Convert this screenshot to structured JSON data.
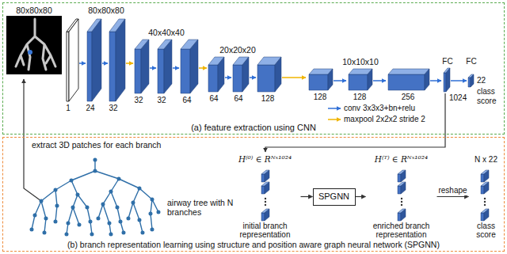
{
  "diagram": {
    "nodes": [
      {
        "text": [
          "(a) feature extraction using CNN"
        ]
      },
      {
        "text": [
          "(b) branch representation learning using structure and position aware graph neural network (SPGNN)"
        ]
      },
      {
        "text": [
          "H⁽⁰⁾ ∈ Rᴺˣ¹⁰²⁴",
          "initial branch representation"
        ],
        "in": 1
      },
      {
        "text": [
          "SPGNN"
        ],
        "in": 1
      },
      {
        "text": [
          "H⁽ᵀ⁾ ∈ Rᴺˣ¹⁰²⁴",
          "enriched branch representation"
        ],
        "in": 1
      },
      {
        "text": [
          "N x 22",
          "class score"
        ],
        "in": 1
      }
    ],
    "edges": [
      {
        "from": 2,
        "to": 3,
        "arrow": "to"
      },
      {
        "from": 3,
        "to": 4,
        "arrow": "to"
      },
      {
        "from": 4,
        "to": 5,
        "label": "reshape",
        "arrow": "to"
      }
    ],
    "labels": [
      "80x80x80",
      "80x80x80",
      "40x40x40",
      "20x20x20",
      "10x10x10",
      "1",
      "24",
      "32",
      "32",
      "32",
      "64",
      "64",
      "64",
      "128",
      "128",
      "128",
      "256",
      "FC",
      "FC",
      "1024",
      "22",
      "class score",
      "extract 3D patches for each branch",
      "airway tree with N branches"
    ],
    "legend": [
      {
        "text": "conv 3x3x3+bn+relu"
      },
      {
        "text": "maxpool 2x2x2 stride 2"
      }
    ]
  }
}
